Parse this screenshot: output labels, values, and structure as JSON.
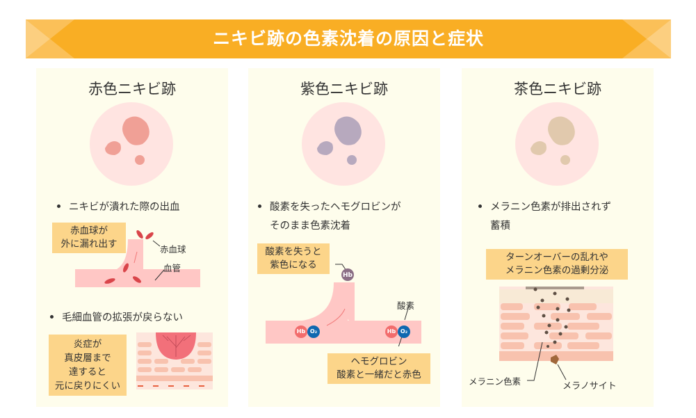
{
  "header": {
    "title": "ニキビ跡の色素沈着の原因と症状"
  },
  "colors": {
    "banner": "#F9AE24",
    "panel": "#FEFDEC",
    "callout": "#FCD58A",
    "red_spot": "#F0A096",
    "purple_spot": "#B7A9BE",
    "brown_spot": "#E1C9AD"
  },
  "panels": [
    {
      "title": "赤色ニキビ跡",
      "bullets": [
        "ニキビが潰れた際の出血",
        "毛細血管の拡張が戻らない"
      ],
      "callout1": [
        "赤血球が",
        "外に漏れ出す"
      ],
      "labels": {
        "rbc": "赤血球",
        "vessel": "血管"
      },
      "callout2": [
        "炎症が",
        "真皮層まで",
        "達すると",
        "元に戻りにくい"
      ]
    },
    {
      "title": "紫色ニキビ跡",
      "bullet_lines": [
        "酸素を失ったヘモグロビンが",
        "そのまま色素沈着"
      ],
      "callout1": [
        "酸素を失うと",
        "紫色になる"
      ],
      "labels": {
        "oxygen": "酸素",
        "hb": "Hb",
        "o2": "O₂"
      },
      "callout2": [
        "ヘモグロビン",
        "酸素と一緒だと赤色"
      ]
    },
    {
      "title": "茶色ニキビ跡",
      "bullet_lines": [
        "メラニン色素が排出されず",
        "蓄積"
      ],
      "callout1": [
        "ターンオーバーの乱れや",
        "メラニン色素の過剰分泌"
      ],
      "labels": {
        "melanin": "メラニン色素",
        "melanocyte": "メラノサイト"
      }
    }
  ]
}
